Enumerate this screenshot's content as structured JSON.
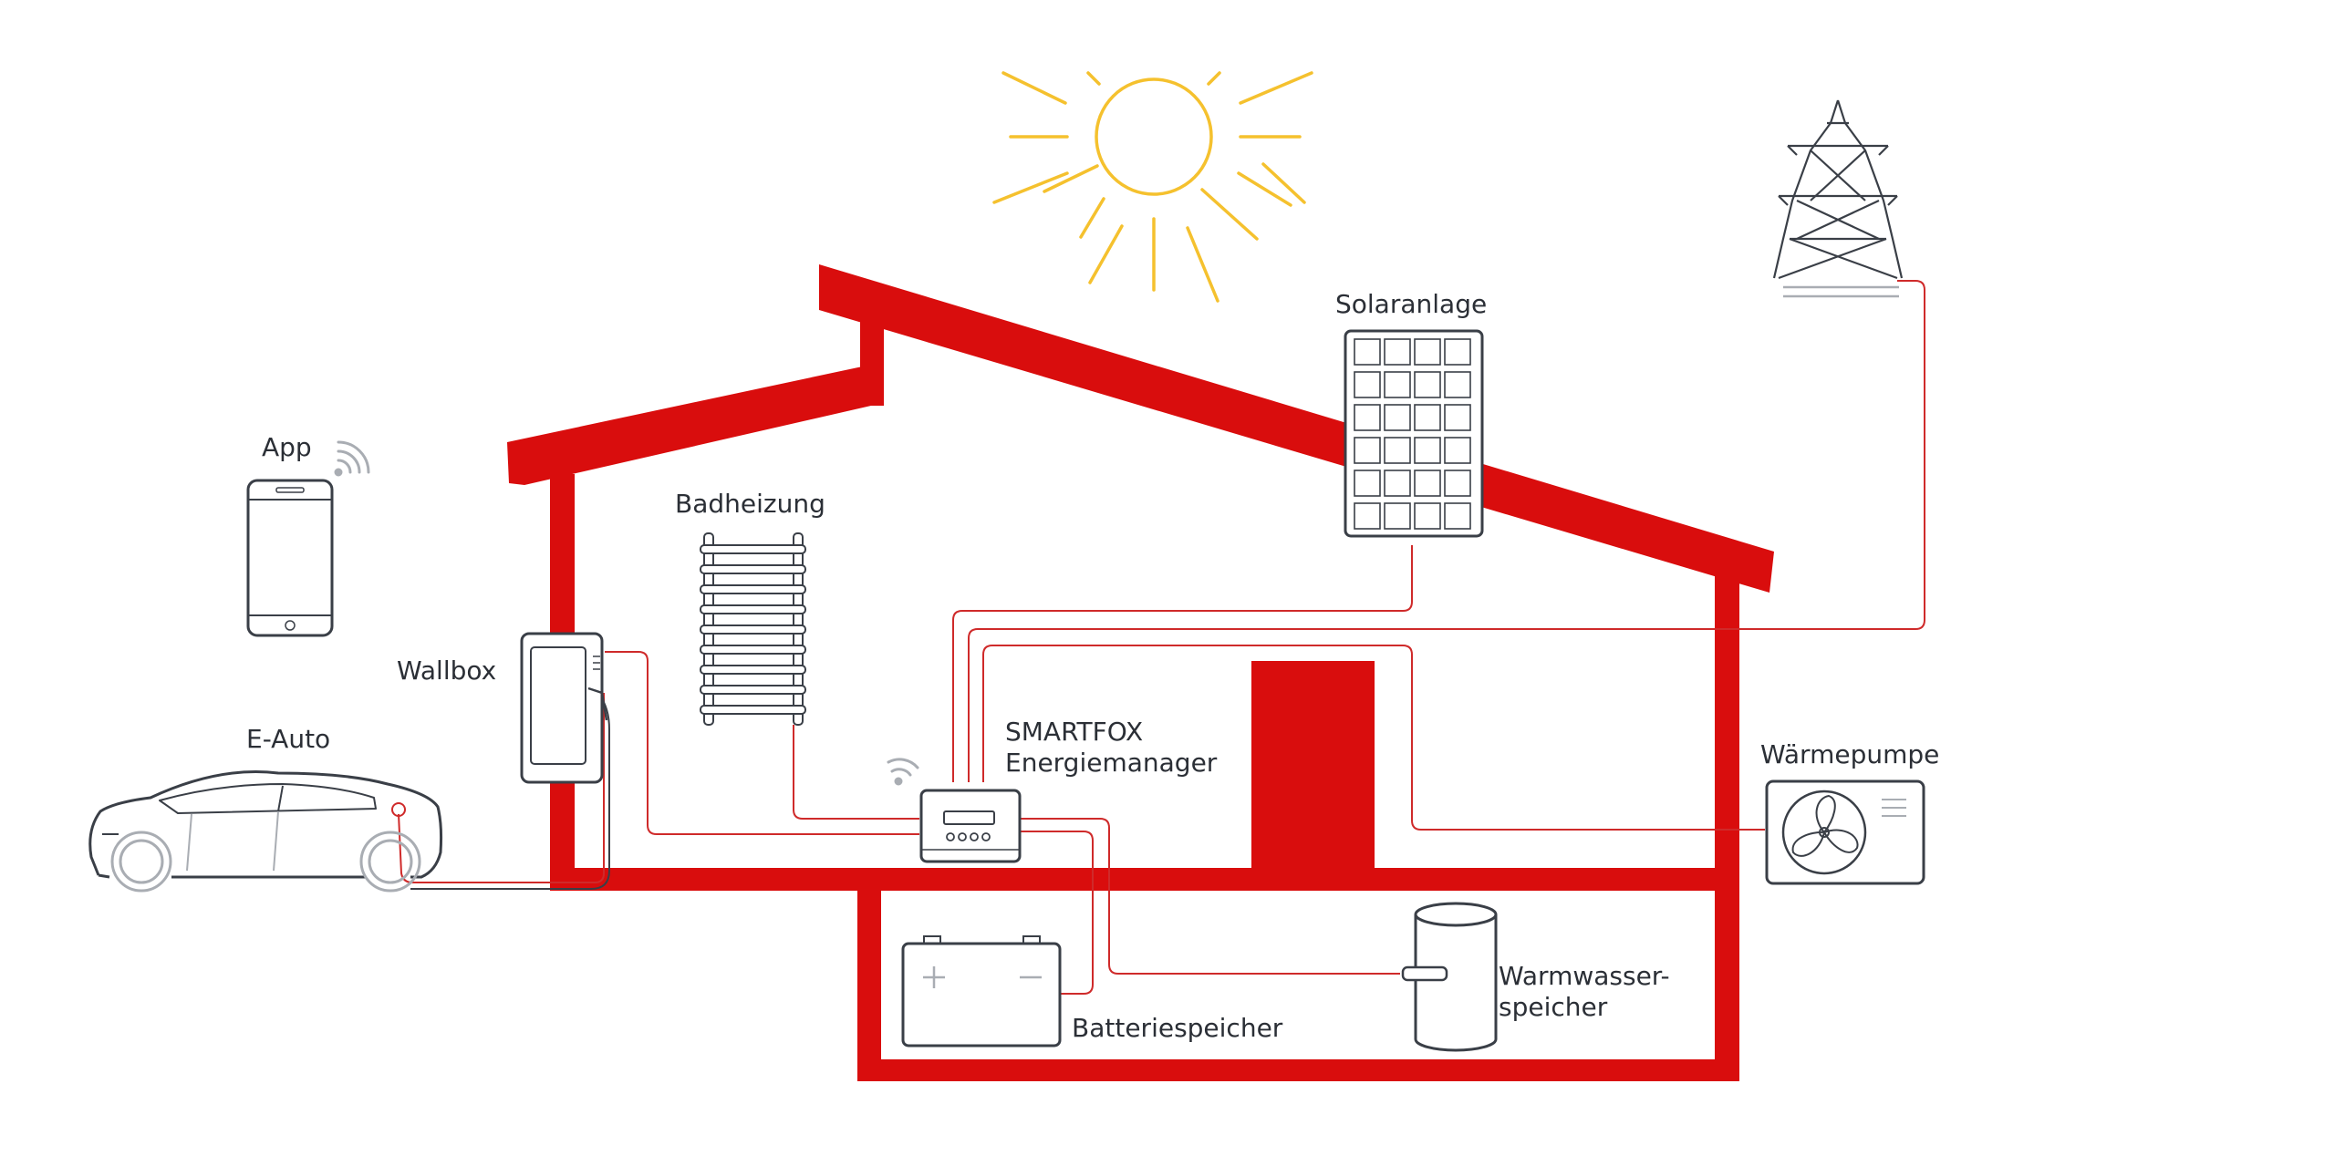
{
  "labels": {
    "app": "App",
    "wallbox": "Wallbox",
    "e_auto": "E-Auto",
    "badheizung": "Badheizung",
    "solaranlage": "Solaranlage",
    "smartfox_line1": "SMARTFOX",
    "smartfox_line2": "Energiemanager",
    "waermepumpe": "Wärmepumpe",
    "batteriespeicher": "Batteriespeicher",
    "warmwasser_line1": "Warmwasser-",
    "warmwasser_line2": "speicher"
  },
  "colors": {
    "house_red": "#d90d0d",
    "wire_red": "#cf2a2a",
    "device_outline": "#3a3f47",
    "sun_yellow": "#f5c12e",
    "gray_line": "#a9adb3",
    "text": "#2b2f36"
  },
  "icons": {
    "sun": "sun-icon",
    "pylon": "power-pylon-icon",
    "phone": "smartphone-icon",
    "wifi": "wifi-icon",
    "car": "electric-car-icon",
    "battery": "battery-icon",
    "tank": "water-tank-icon",
    "fan": "heat-pump-fan-icon"
  }
}
